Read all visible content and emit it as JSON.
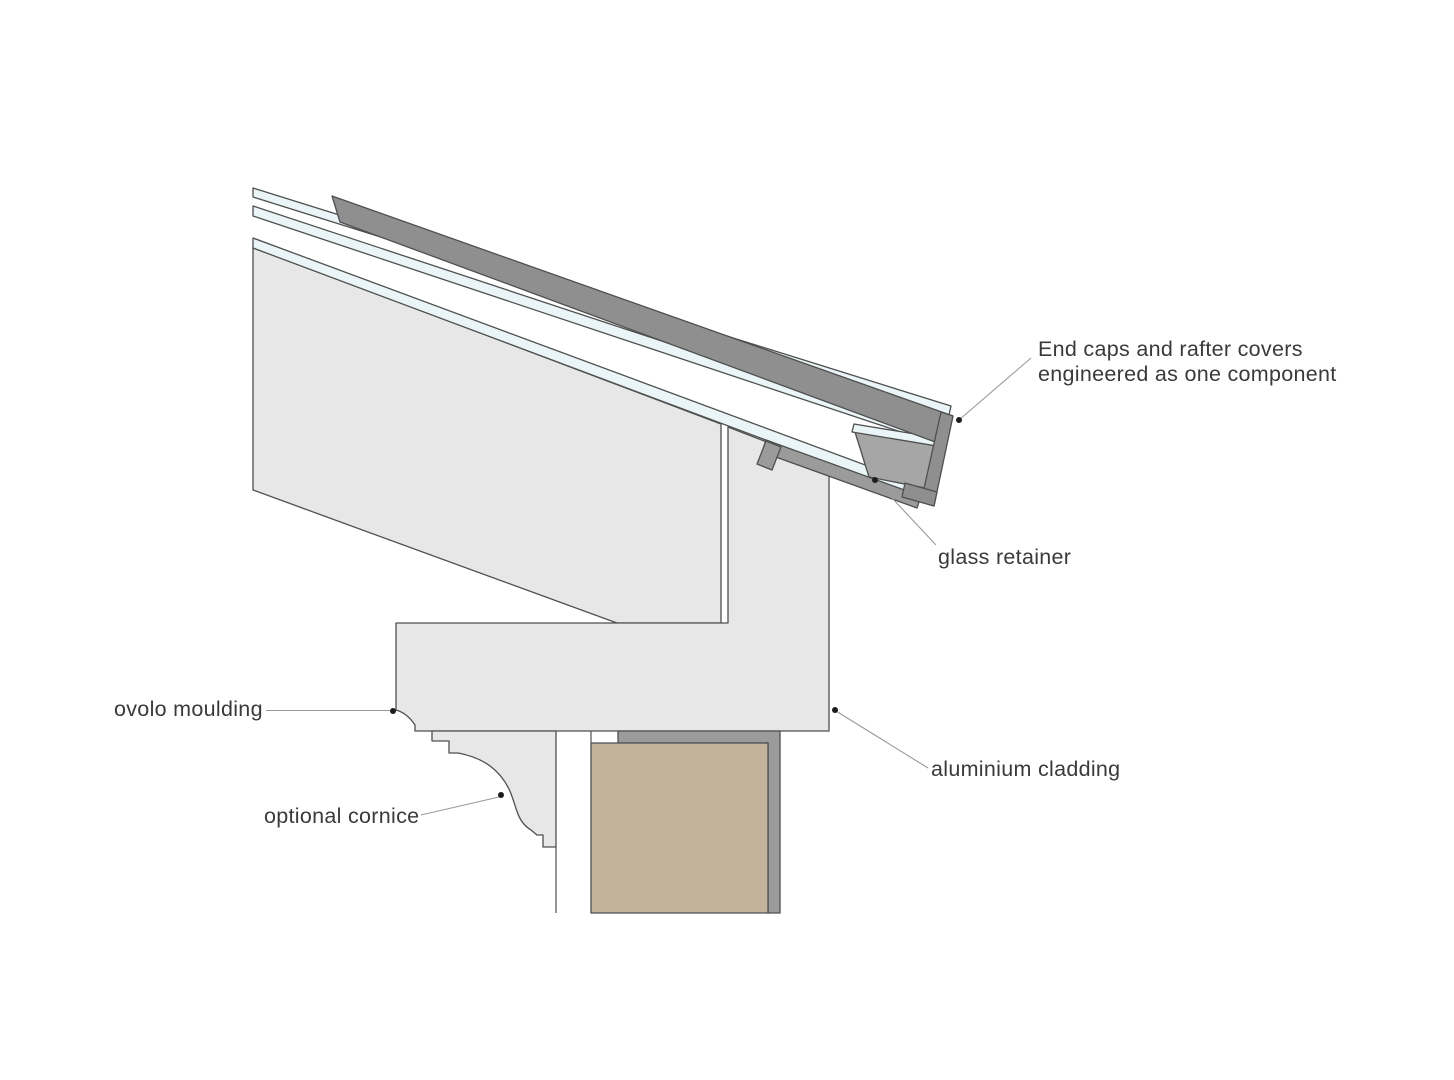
{
  "figure": {
    "title": "Conservatory roof eaves cross-section detail",
    "type": "technical-illustration"
  },
  "colors": {
    "background": "#ffffff",
    "structure_light": "#e7e7e7",
    "cladding_dark": "#8f8f8f",
    "cladding_medium": "#9b9b9b",
    "cap_face": "#a6a6a6",
    "glass_pale": "#e9f5f6",
    "timber_tan": "#c4b39c",
    "outline": "#4f4f4f",
    "leader_line": "#9a9a9a",
    "label_text": "#3a3a3a"
  },
  "annotations": {
    "end_caps": {
      "text_line1": "End caps and rafter covers",
      "text_line2": "engineered as one component"
    },
    "glass_retainer": {
      "text": "glass retainer"
    },
    "ovolo_moulding": {
      "text": "ovolo moulding"
    },
    "optional_cornice": {
      "text": "optional cornice"
    },
    "aluminium_cladding": {
      "text": "aluminium cladding"
    }
  },
  "components": {
    "roof_fascia": "internal fascia / eaves beam face",
    "eaves_cladding": "aluminium eaves cladding with ovolo moulding",
    "cornice": "optional decorative cornice",
    "timber_beam": "timber wall plate",
    "glazing": "double glazed roof panel",
    "rafter_cover": "rafter cover and end cap",
    "glazing_bar": "glass retainer bar"
  }
}
